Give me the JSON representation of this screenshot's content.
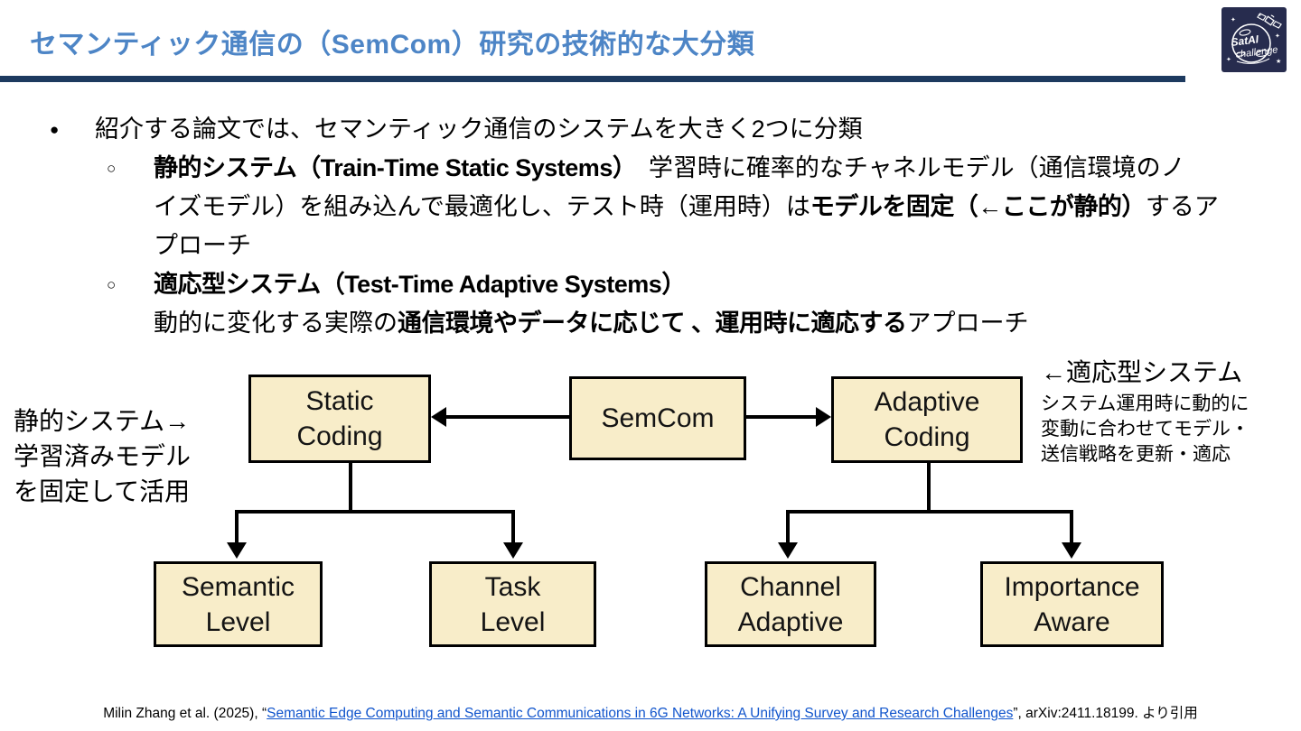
{
  "theme": {
    "title_color": "#4d85c6",
    "divider_color": "#1d3a5f",
    "box_fill": "#f8edc9",
    "link_color": "#1155cc",
    "logo_bg": "#272c4e"
  },
  "header": {
    "title": "セマンティック通信の（SemCom）研究の技術的な大分類",
    "logo": {
      "text_line1": "SatAI",
      "text_line2": "challenge"
    }
  },
  "markers": {
    "main": "●",
    "sub": "○"
  },
  "bullets": {
    "intro": "紹介する論文では、セマンティック通信のシステムを大きく2つに分類",
    "static": {
      "l0_bold": "静的システム（Train-Time Static Systems）",
      "l0_norm": "　学習時に確率的なチャネルモデル（通信環境のノ",
      "l1_norm1": "イズモデル）を組み込んで最適化し、テスト時（運用時）は",
      "l1_bold": "モデルを固定（←ここが静的）",
      "l1_norm2": "するア",
      "l2_norm": "プローチ"
    },
    "adaptive": {
      "l0_bold": "適応型システム（Test-Time Adaptive Systems）",
      "l1_norm1": "動的に変化する実際の",
      "l1_bold": "通信環境やデータに応じて 、運用時に適応する",
      "l1_norm2": "アプローチ"
    }
  },
  "diagram": {
    "boxes": {
      "semcom": [
        "SemCom"
      ],
      "static_coding": [
        "Static",
        "Coding"
      ],
      "adaptive_coding": [
        "Adaptive",
        "Coding"
      ],
      "semantic_level": [
        "Semantic",
        "Level"
      ],
      "task_level": [
        "Task",
        "Level"
      ],
      "channel_adaptive": [
        "Channel",
        "Adaptive"
      ],
      "importance_aware": [
        "Importance",
        "Aware"
      ]
    },
    "annotation_left": [
      "静的システム→",
      "学習済みモデル",
      "を固定して活用"
    ],
    "annotation_right_title": "←適応型システム",
    "annotation_right_lines": [
      "システム運用時に動的に",
      "変動に合わせてモデル・",
      "送信戦略を更新・適応"
    ]
  },
  "footer": {
    "prefix": "Milin Zhang et al. (2025), “",
    "link_text": "Semantic Edge Computing and Semantic Communications in 6G Networks: A Unifying Survey and Research Challenges",
    "suffix": "”, arXiv:2411.18199. より引用"
  }
}
